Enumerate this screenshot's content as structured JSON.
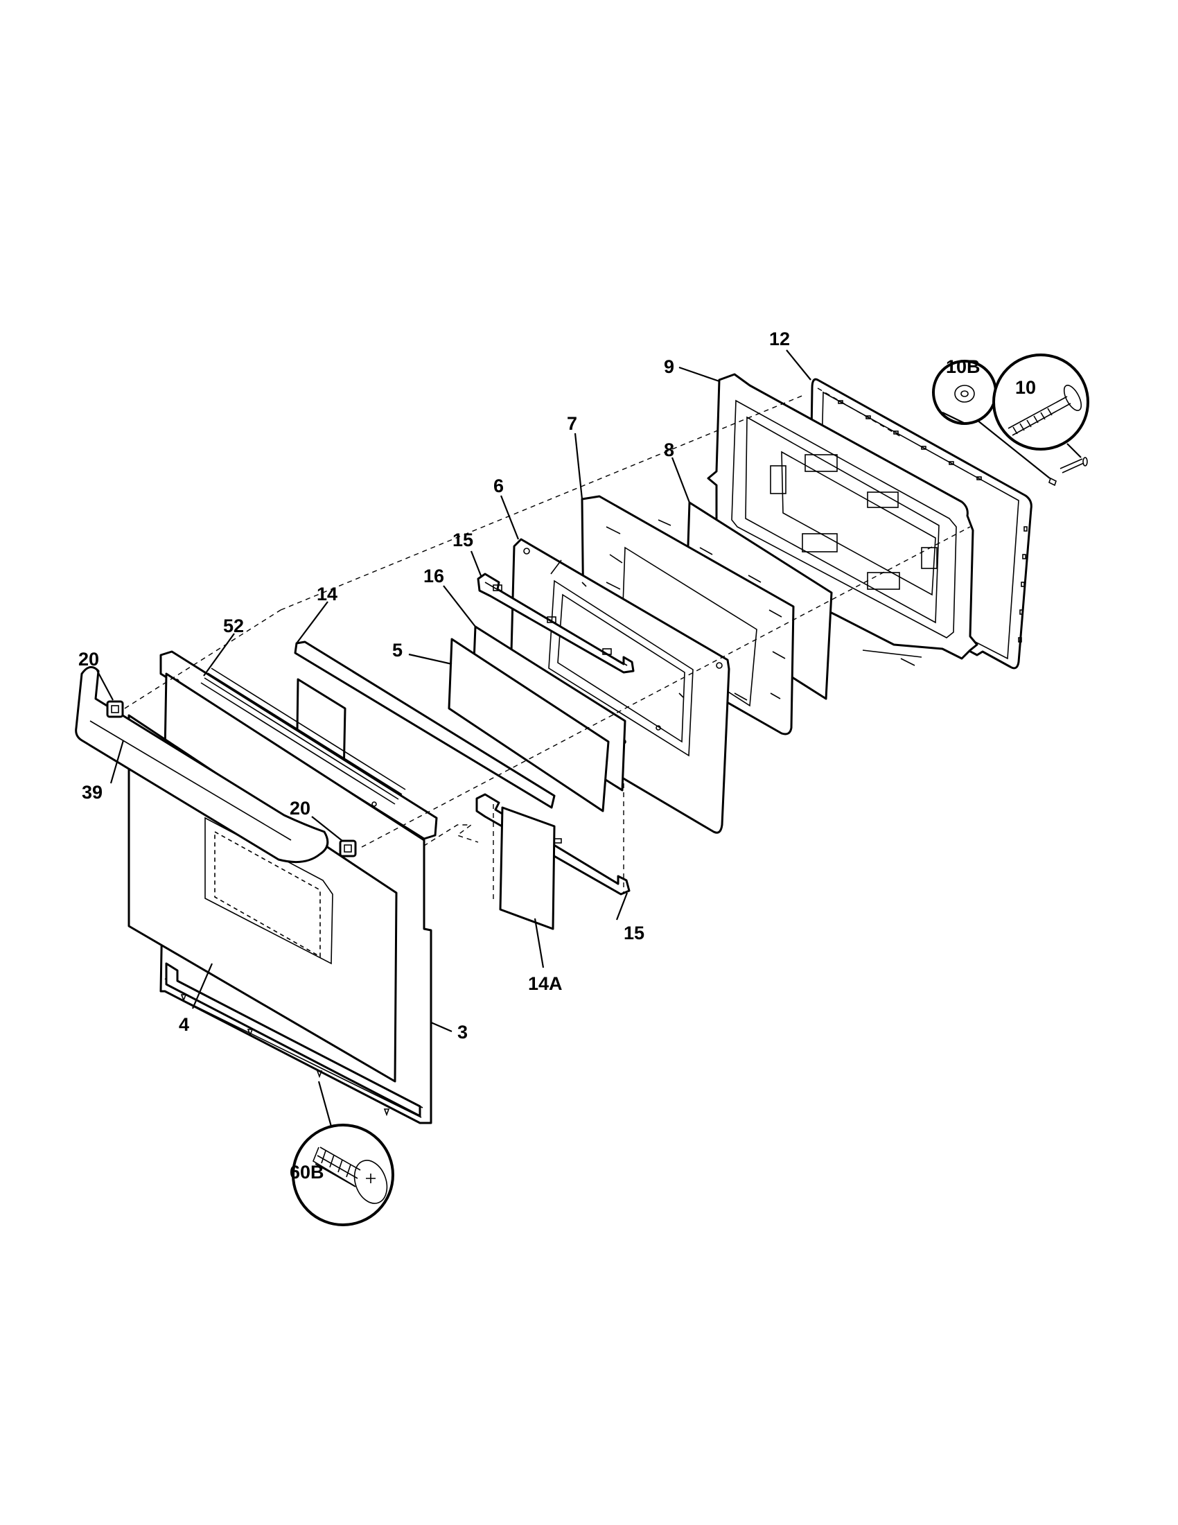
{
  "diagram": {
    "colors": {
      "line": "#000000",
      "background": "#ffffff"
    },
    "callouts": [
      {
        "id": "c12",
        "label": "12"
      },
      {
        "id": "c9",
        "label": "9"
      },
      {
        "id": "c10b",
        "label": "10B"
      },
      {
        "id": "c10",
        "label": "10"
      },
      {
        "id": "c7",
        "label": "7"
      },
      {
        "id": "c8",
        "label": "8"
      },
      {
        "id": "c6",
        "label": "6"
      },
      {
        "id": "c15a",
        "label": "15"
      },
      {
        "id": "c16",
        "label": "16"
      },
      {
        "id": "c14",
        "label": "14"
      },
      {
        "id": "c52",
        "label": "52"
      },
      {
        "id": "c5",
        "label": "5"
      },
      {
        "id": "c20a",
        "label": "20"
      },
      {
        "id": "c39",
        "label": "39"
      },
      {
        "id": "c20b",
        "label": "20"
      },
      {
        "id": "c15b",
        "label": "15"
      },
      {
        "id": "c14a",
        "label": "14A"
      },
      {
        "id": "c4",
        "label": "4"
      },
      {
        "id": "c3",
        "label": "3"
      },
      {
        "id": "c60b",
        "label": "60B"
      }
    ]
  }
}
